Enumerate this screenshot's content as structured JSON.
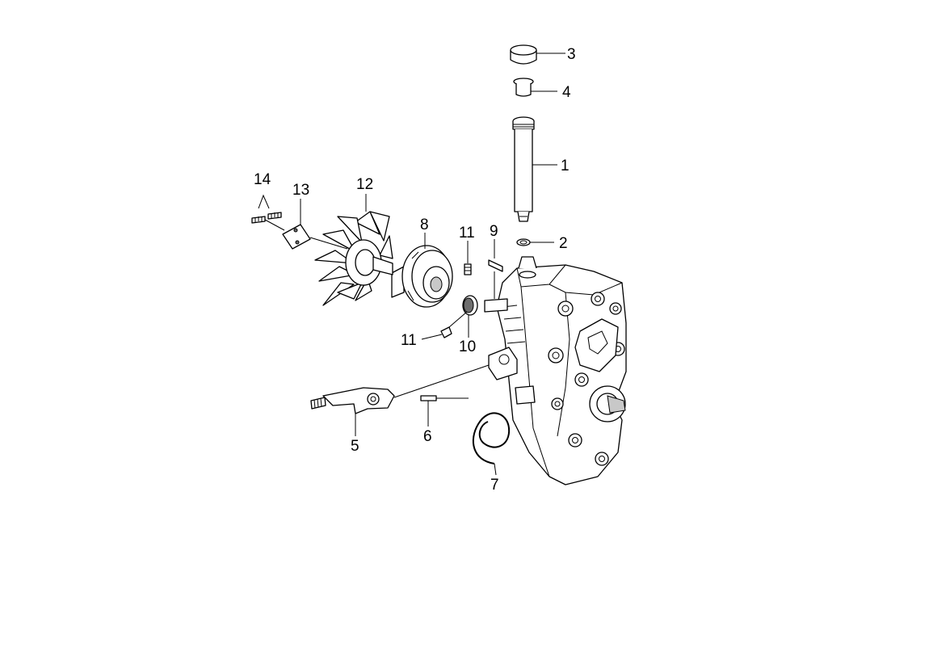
{
  "callouts": {
    "p1": "1",
    "p2": "2",
    "p3": "3",
    "p4": "4",
    "p5": "5",
    "p6": "6",
    "p7": "7",
    "p8": "8",
    "p9": "9",
    "p10": "10",
    "p11_top": "11",
    "p11_bottom": "11",
    "p12": "12",
    "p13": "13",
    "p14": "14"
  },
  "colors": {
    "line": "#000000",
    "fill": "#ffffff",
    "shade": "#c8c8c8"
  }
}
